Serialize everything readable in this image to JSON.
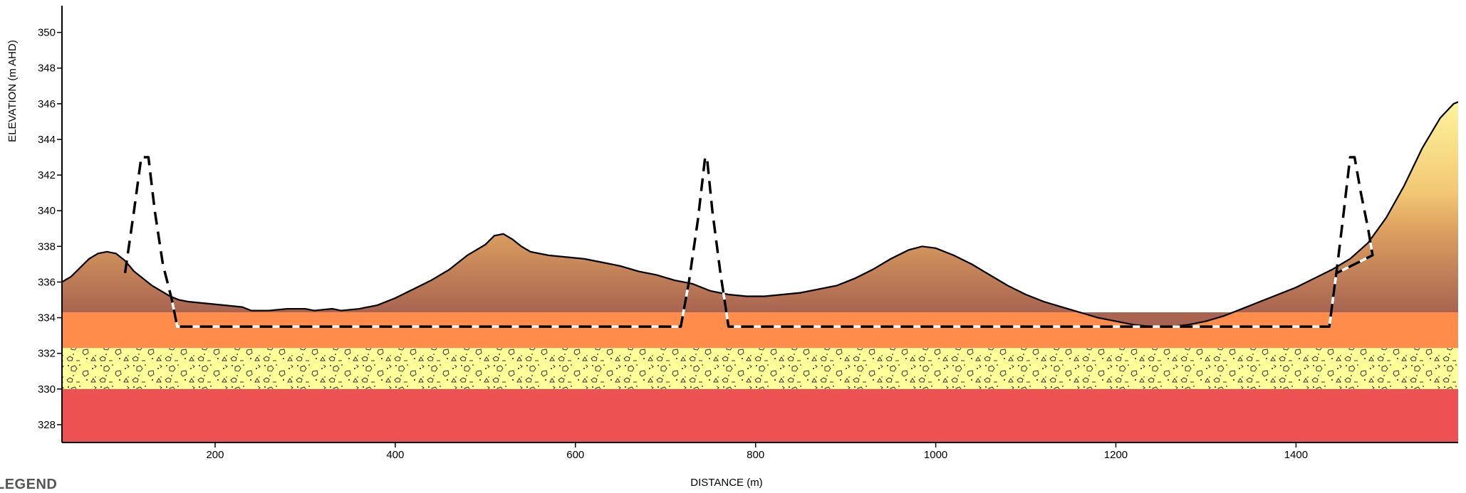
{
  "axes": {
    "xlabel": "DISTANCE (m)",
    "ylabel": "ELEVATION (m AHD)",
    "x_range": [
      30,
      1580
    ],
    "y_range": [
      327,
      351.5
    ],
    "x_ticks": [
      200,
      400,
      600,
      800,
      1000,
      1200,
      1400
    ],
    "y_ticks": [
      328,
      330,
      332,
      334,
      336,
      338,
      340,
      342,
      344,
      346,
      348,
      350
    ]
  },
  "legend_title": "LEGEND",
  "strata": [
    {
      "id": "red-layer",
      "top": 330.0,
      "bottom": 327,
      "color": "#EE5151"
    },
    {
      "id": "gravelly-sand-layer",
      "top": 332.3,
      "bottom": 330.0,
      "color": "#FFFF99",
      "pattern": "gravel-symbols"
    },
    {
      "id": "orange-layer",
      "top": 334.3,
      "bottom": 332.3,
      "color": "#FF8C4A"
    }
  ],
  "ground_surface": {
    "fill_top": "#D89A5E",
    "fill_bottom": "#A86450",
    "peak_fill": "#FFF8A0",
    "points": [
      [
        30,
        336.0
      ],
      [
        40,
        336.3
      ],
      [
        50,
        336.8
      ],
      [
        60,
        337.3
      ],
      [
        70,
        337.6
      ],
      [
        80,
        337.7
      ],
      [
        90,
        337.6
      ],
      [
        100,
        337.2
      ],
      [
        110,
        336.6
      ],
      [
        120,
        336.2
      ],
      [
        130,
        335.8
      ],
      [
        140,
        335.5
      ],
      [
        150,
        335.2
      ],
      [
        160,
        335.0
      ],
      [
        170,
        334.9
      ],
      [
        190,
        334.8
      ],
      [
        210,
        334.7
      ],
      [
        230,
        334.6
      ],
      [
        240,
        334.4
      ],
      [
        260,
        334.4
      ],
      [
        280,
        334.5
      ],
      [
        300,
        334.5
      ],
      [
        310,
        334.4
      ],
      [
        330,
        334.5
      ],
      [
        340,
        334.4
      ],
      [
        360,
        334.5
      ],
      [
        380,
        334.7
      ],
      [
        390,
        334.9
      ],
      [
        400,
        335.1
      ],
      [
        420,
        335.6
      ],
      [
        440,
        336.1
      ],
      [
        460,
        336.7
      ],
      [
        480,
        337.5
      ],
      [
        500,
        338.1
      ],
      [
        510,
        338.6
      ],
      [
        520,
        338.7
      ],
      [
        530,
        338.4
      ],
      [
        540,
        338.0
      ],
      [
        550,
        337.7
      ],
      [
        570,
        337.5
      ],
      [
        590,
        337.4
      ],
      [
        610,
        337.3
      ],
      [
        630,
        337.1
      ],
      [
        650,
        336.9
      ],
      [
        670,
        336.6
      ],
      [
        690,
        336.4
      ],
      [
        710,
        336.1
      ],
      [
        730,
        335.9
      ],
      [
        750,
        335.5
      ],
      [
        770,
        335.3
      ],
      [
        790,
        335.2
      ],
      [
        810,
        335.2
      ],
      [
        830,
        335.3
      ],
      [
        850,
        335.4
      ],
      [
        870,
        335.6
      ],
      [
        890,
        335.8
      ],
      [
        910,
        336.2
      ],
      [
        930,
        336.7
      ],
      [
        950,
        337.3
      ],
      [
        970,
        337.8
      ],
      [
        985,
        338.0
      ],
      [
        1000,
        337.9
      ],
      [
        1020,
        337.5
      ],
      [
        1040,
        337.0
      ],
      [
        1060,
        336.4
      ],
      [
        1080,
        335.8
      ],
      [
        1100,
        335.3
      ],
      [
        1120,
        334.9
      ],
      [
        1140,
        334.6
      ],
      [
        1160,
        334.3
      ],
      [
        1180,
        334.0
      ],
      [
        1200,
        333.8
      ],
      [
        1220,
        333.6
      ],
      [
        1240,
        333.5
      ],
      [
        1260,
        333.5
      ],
      [
        1280,
        333.6
      ],
      [
        1300,
        333.8
      ],
      [
        1320,
        334.1
      ],
      [
        1340,
        334.5
      ],
      [
        1360,
        334.9
      ],
      [
        1380,
        335.3
      ],
      [
        1400,
        335.7
      ],
      [
        1420,
        336.2
      ],
      [
        1440,
        336.7
      ],
      [
        1460,
        337.3
      ],
      [
        1480,
        338.2
      ],
      [
        1500,
        339.6
      ],
      [
        1520,
        341.4
      ],
      [
        1540,
        343.5
      ],
      [
        1560,
        345.2
      ],
      [
        1575,
        346.0
      ],
      [
        1590,
        346.3
      ],
      [
        1605,
        346.4
      ],
      [
        1620,
        346.3
      ]
    ]
  },
  "design_section": {
    "dash_color": "#000000",
    "points": [
      [
        100,
        336.5
      ],
      [
        110,
        340.0
      ],
      [
        118,
        343.0
      ],
      [
        126,
        343.0
      ],
      [
        133,
        340.0
      ],
      [
        142,
        337.0
      ],
      [
        152,
        335.0
      ],
      [
        158,
        333.5
      ],
      [
        717,
        333.5
      ],
      [
        726,
        336.0
      ],
      [
        736,
        339.5
      ],
      [
        744,
        343.0
      ],
      [
        746,
        343.0
      ],
      [
        752,
        340.0
      ],
      [
        761,
        336.5
      ],
      [
        770,
        333.5
      ],
      [
        1437,
        333.5
      ],
      [
        1446,
        337.0
      ],
      [
        1452,
        339.5
      ],
      [
        1460,
        343.0
      ],
      [
        1465,
        343.0
      ],
      [
        1472,
        341.0
      ],
      [
        1480,
        339.0
      ],
      [
        1485,
        337.5
      ],
      [
        1445,
        336.5
      ]
    ]
  }
}
